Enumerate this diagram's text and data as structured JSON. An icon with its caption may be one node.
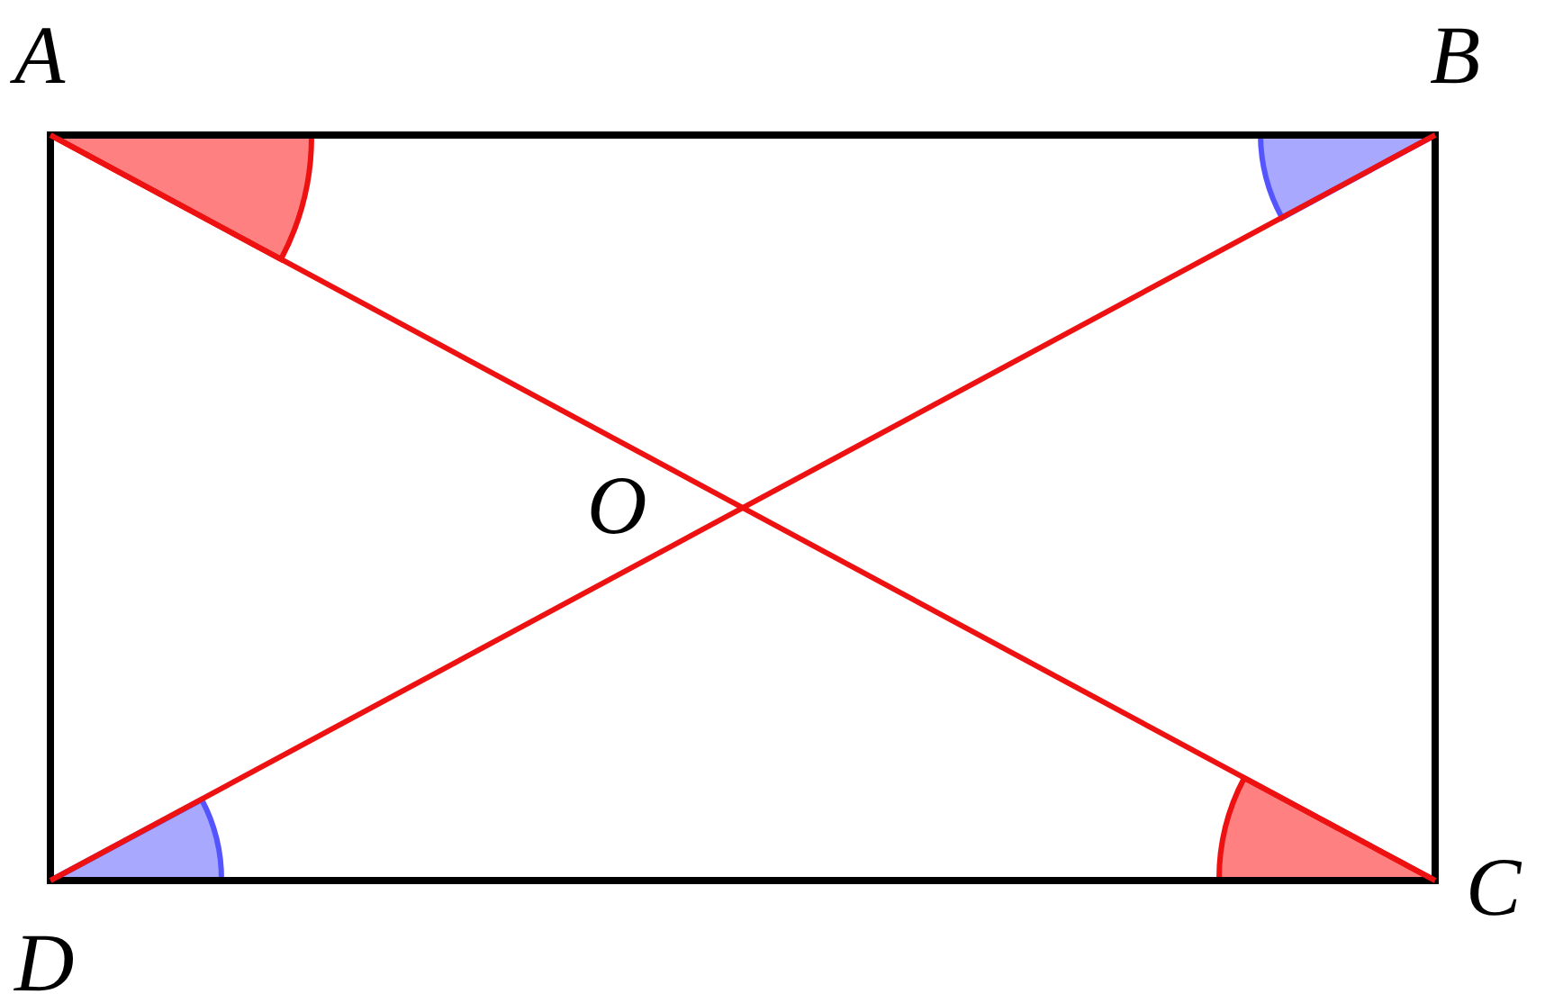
{
  "diagram": {
    "labels": [
      "A",
      "B",
      "O",
      "C",
      "D"
    ]
  }
}
